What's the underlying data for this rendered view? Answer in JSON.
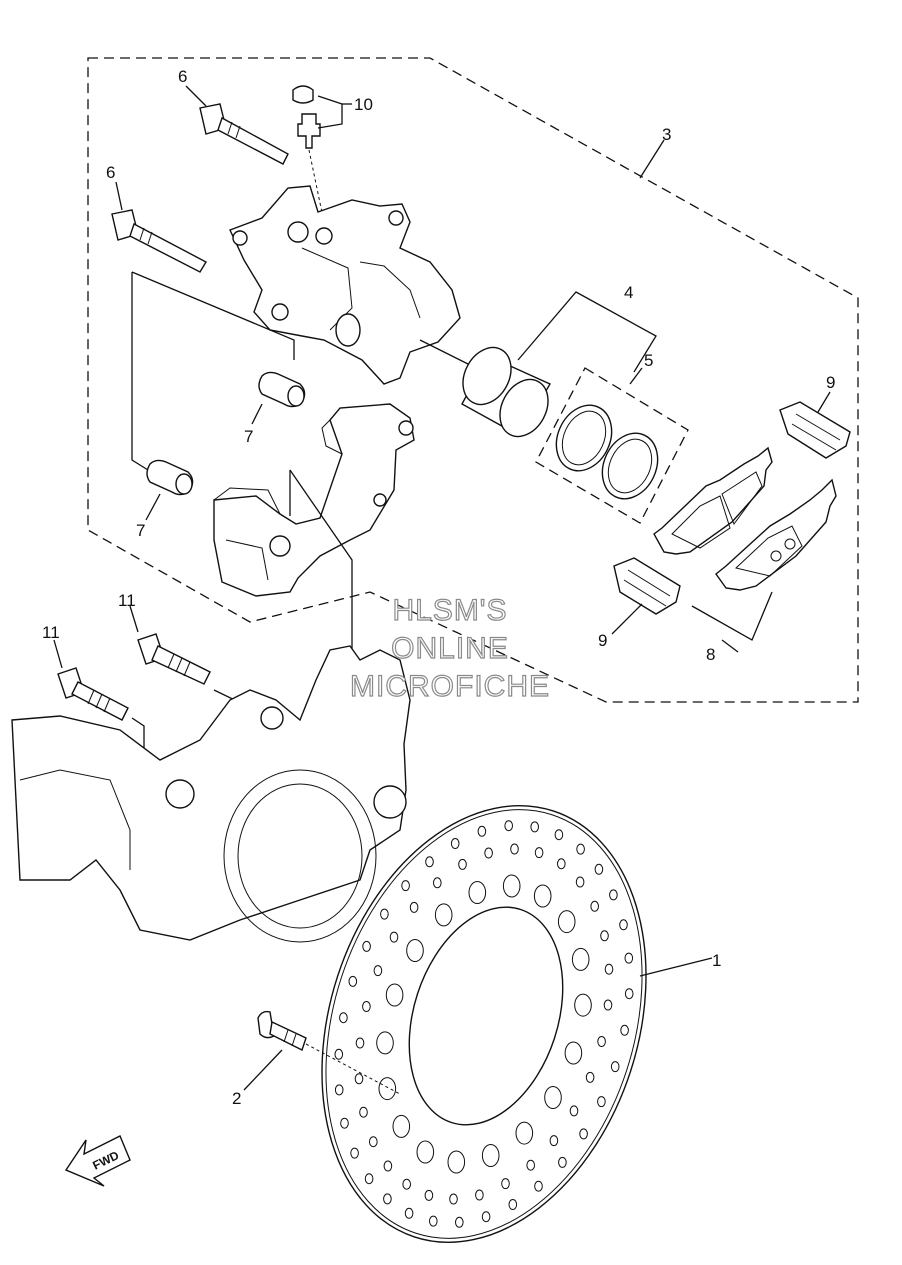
{
  "callouts": [
    {
      "id": "c1",
      "label": "1"
    },
    {
      "id": "c2",
      "label": "2"
    },
    {
      "id": "c3",
      "label": "3"
    },
    {
      "id": "c4",
      "label": "4"
    },
    {
      "id": "c5",
      "label": "5"
    },
    {
      "id": "c6a",
      "label": "6"
    },
    {
      "id": "c6b",
      "label": "6"
    },
    {
      "id": "c7a",
      "label": "7"
    },
    {
      "id": "c7b",
      "label": "7"
    },
    {
      "id": "c8",
      "label": "8"
    },
    {
      "id": "c9a",
      "label": "9"
    },
    {
      "id": "c9b",
      "label": "9"
    },
    {
      "id": "c10",
      "label": "10"
    },
    {
      "id": "c11a",
      "label": "11"
    },
    {
      "id": "c11b",
      "label": "11"
    }
  ],
  "watermark": {
    "line1": "HLSM'S",
    "line2": "ONLINE",
    "line3": "MICROFICHE"
  },
  "direction_marker": {
    "label": "FWD"
  }
}
